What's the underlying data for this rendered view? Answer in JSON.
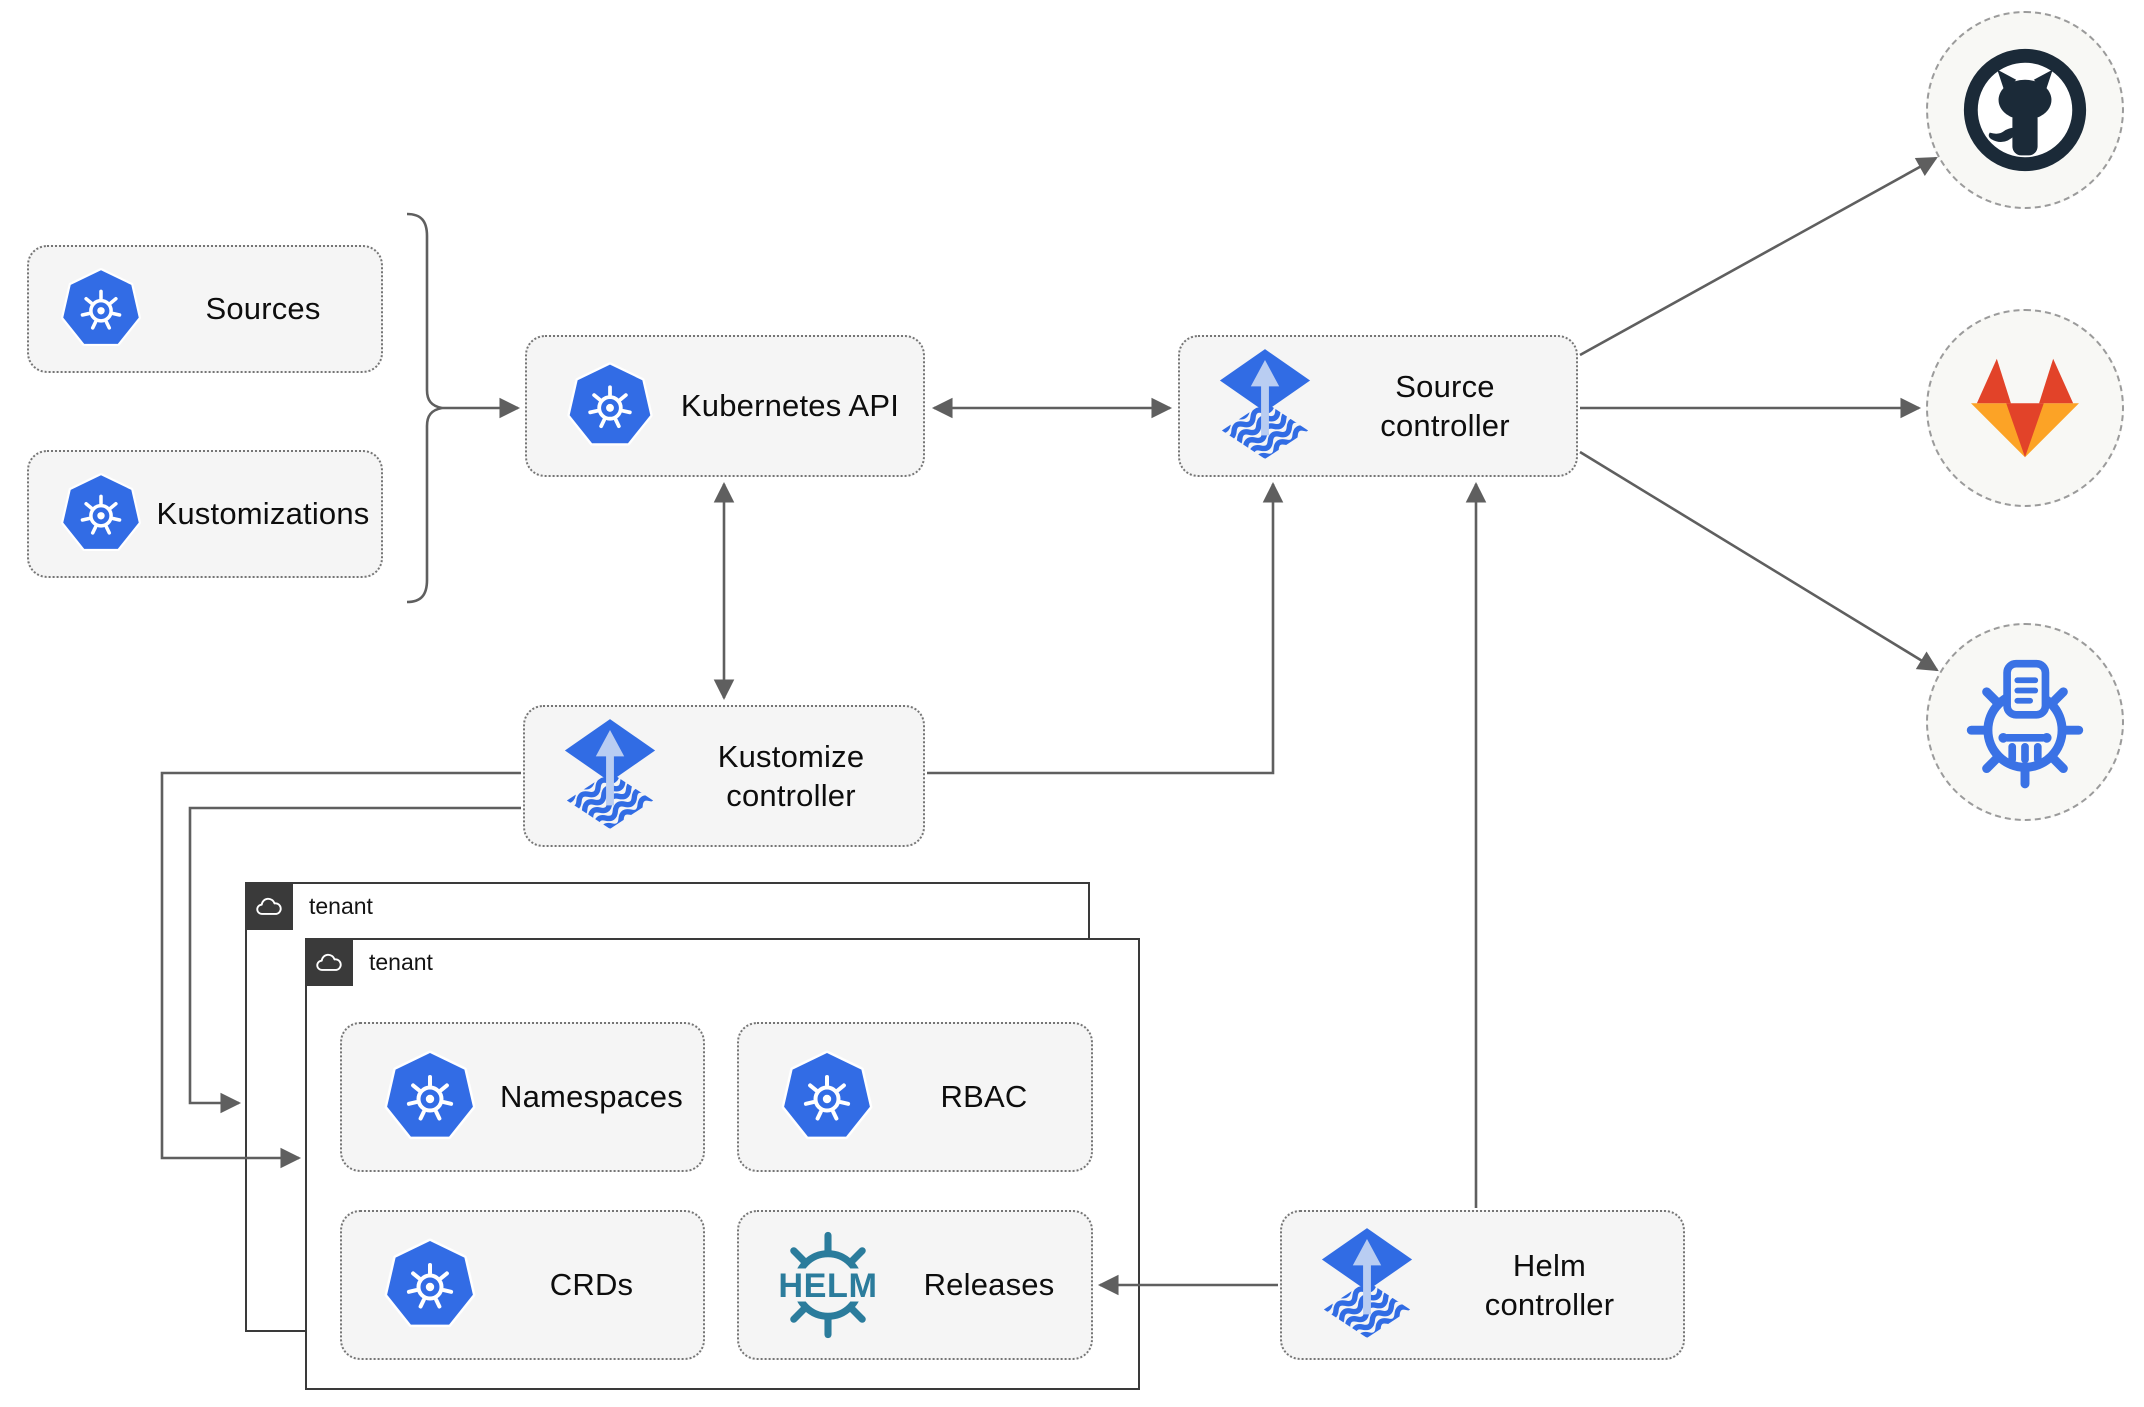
{
  "page": {
    "background": "#ffffff",
    "description": "Flux GitOps multi-tenancy architecture diagram"
  },
  "nodes": {
    "sources": {
      "label": "Sources",
      "icon": "kubernetes-icon"
    },
    "kustomizations": {
      "label": "Kustomizations",
      "icon": "kubernetes-icon"
    },
    "kubernetes_api": {
      "label": "Kubernetes API",
      "icon": "kubernetes-icon"
    },
    "source_controller": {
      "label": "Source\ncontroller",
      "icon": "flux-icon"
    },
    "kustomize_controller": {
      "label": "Kustomize\ncontroller",
      "icon": "flux-icon"
    },
    "helm_controller": {
      "label": "Helm\ncontroller",
      "icon": "flux-icon"
    },
    "namespaces": {
      "label": "Namespaces",
      "icon": "kubernetes-icon"
    },
    "rbac": {
      "label": "RBAC",
      "icon": "kubernetes-icon"
    },
    "crds": {
      "label": "CRDs",
      "icon": "kubernetes-icon"
    },
    "releases": {
      "label": "Releases",
      "icon": "helm-icon",
      "icon_text": "HELM"
    }
  },
  "tenants": {
    "back": {
      "label": "tenant",
      "icon": "cloud-icon"
    },
    "front": {
      "label": "tenant",
      "icon": "cloud-icon"
    }
  },
  "external_targets": [
    {
      "name": "github",
      "icon": "github-icon"
    },
    {
      "name": "gitlab",
      "icon": "gitlab-icon"
    },
    {
      "name": "chartmuseum",
      "icon": "chartmuseum-icon"
    }
  ],
  "edges": [
    {
      "from": "sources+kustomizations",
      "to": "kubernetes-api",
      "style": "brace-arrow"
    },
    {
      "from": "kubernetes-api",
      "to": "source-controller",
      "style": "bidirectional"
    },
    {
      "from": "kubernetes-api",
      "to": "kustomize-controller",
      "style": "bidirectional"
    },
    {
      "from": "kustomize-controller",
      "to": "source-controller",
      "style": "arrow"
    },
    {
      "from": "kustomize-controller",
      "to": "tenant-front",
      "style": "arrow"
    },
    {
      "from": "kustomize-controller",
      "to": "tenant-back",
      "style": "arrow"
    },
    {
      "from": "helm-controller",
      "to": "source-controller",
      "style": "arrow"
    },
    {
      "from": "helm-controller",
      "to": "releases",
      "style": "arrow"
    },
    {
      "from": "source-controller",
      "to": "github",
      "style": "arrow"
    },
    {
      "from": "source-controller",
      "to": "gitlab",
      "style": "arrow"
    },
    {
      "from": "source-controller",
      "to": "chartmuseum",
      "style": "arrow"
    }
  ],
  "colors": {
    "kubernetes_blue": "#326ce5",
    "flux_blue": "#316ce4",
    "flux_light_arrow": "#b9cdf2",
    "helm_teal": "#2b7c9c",
    "chartmuseum_blue": "#3a72e5",
    "github_dark": "#1b2a38",
    "gitlab_red": "#e24329",
    "gitlab_amber": "#fca326",
    "connector_gray": "#5f5f5f",
    "node_fill": "#f5f5f5",
    "tenant_dark": "#3a3a3a"
  }
}
